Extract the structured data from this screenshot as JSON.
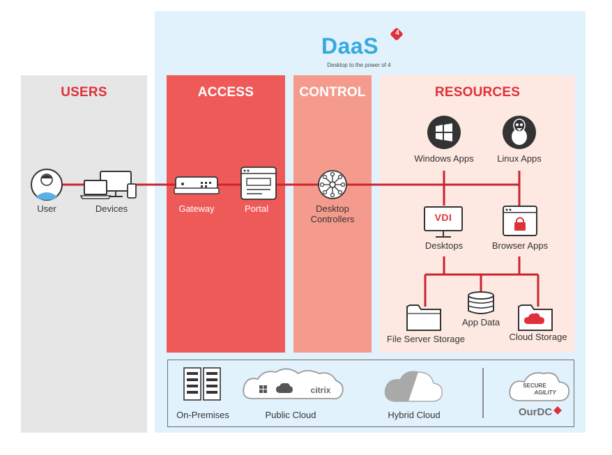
{
  "logo": {
    "text": "DaaS",
    "superscript": "4",
    "tagline": "Desktop to the power of 4"
  },
  "columns": {
    "users": "USERS",
    "access": "ACCESS",
    "control": "CONTROL",
    "resources": "RESOURCES"
  },
  "nodes": {
    "user": "User",
    "devices": "Devices",
    "gateway": "Gateway",
    "portal": "Portal",
    "controllers_line1": "Desktop",
    "controllers_line2": "Controllers",
    "windows_apps": "Windows Apps",
    "linux_apps": "Linux Apps",
    "desktops": "Desktops",
    "vdi": "VDI",
    "browser_apps": "Browser Apps",
    "file_server": "File Server Storage",
    "app_data": "App Data",
    "cloud_storage": "Cloud Storage"
  },
  "infrastructure": {
    "on_premises": "On-Premises",
    "public_cloud": "Public Cloud",
    "citrix": "citrix",
    "hybrid_cloud": "Hybrid Cloud",
    "secure_agility_1": "SECURE",
    "secure_agility_2": "AGILITY",
    "ourdc": "OurDC"
  },
  "colors": {
    "accent_red": "#e0303a",
    "access_red": "#ee5a58",
    "control_salmon": "#f59b8e",
    "resources_pink": "#fde9e1",
    "logo_blue": "#36a9e1",
    "line_red": "#c8242f"
  }
}
